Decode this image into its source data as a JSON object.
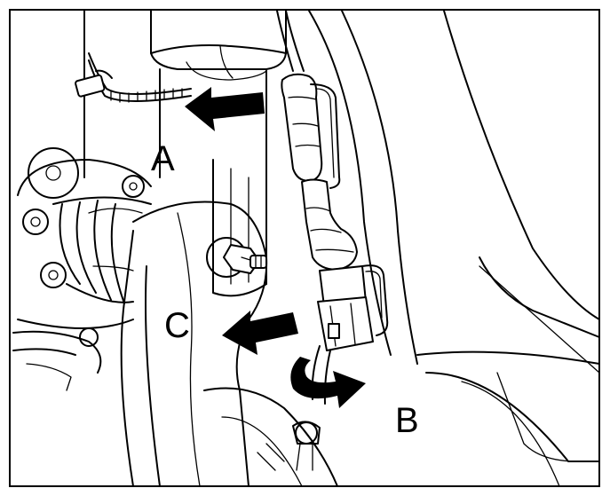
{
  "callouts": {
    "a": "A",
    "b": "B",
    "c": "C"
  },
  "icons": {
    "arrow_a": "arrow-left-icon",
    "arrow_c": "arrow-left-icon",
    "arrow_b": "rotate-arrow-icon"
  },
  "colors": {
    "line": "#000000",
    "background": "#ffffff",
    "fill_gray": "#b9b9b9"
  }
}
